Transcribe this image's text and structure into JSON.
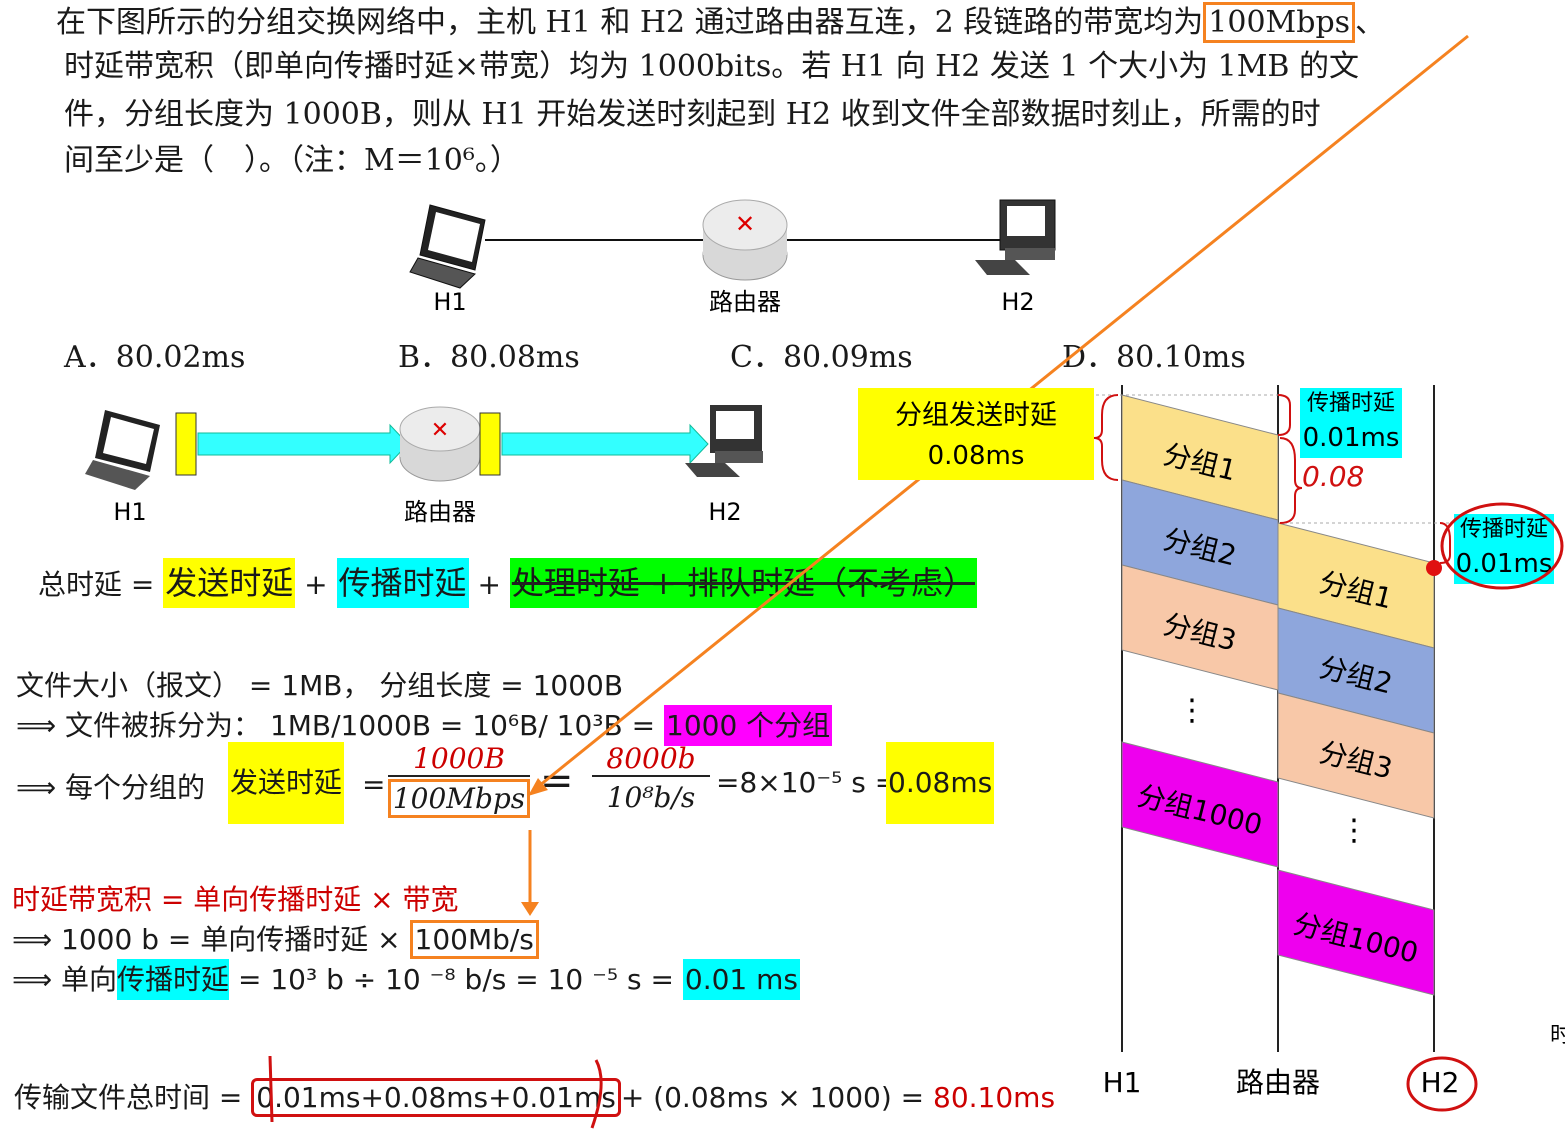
{
  "question": {
    "line1": "在下图所示的分组交换网络中，主机 H1 和 H2 通过路由器互连，2 段链路的带宽均为",
    "line1_box": "100Mbps",
    "line1_end": "、",
    "line2": "时延带宽积（即单向传播时延×带宽）均为 1000bits。若 H1 向 H2 发送 1 个大小为 1MB 的文",
    "line3": "件，分组长度为 1000B，则从 H1 开始发送时刻起到 H2 收到文件全部数据时刻止，所需的时",
    "line4": "间至少是（　）。（注：M＝10⁶。）"
  },
  "topology": {
    "h1": "H1",
    "router": "路由器",
    "h2": "H2"
  },
  "options": {
    "a": "A．80.02ms",
    "b": "B．80.08ms",
    "c": "C．80.09ms",
    "d": "D．80.10ms"
  },
  "diagram2": {
    "h1": "H1",
    "router": "路由器",
    "h2": "H2"
  },
  "formula_total": {
    "prefix": "总时延 = ",
    "send": "发送时延",
    "plus1": " + ",
    "prop": "传播时延",
    "plus2": " + ",
    "ignored": "处理时延 + 排队时延（不考虑）"
  },
  "calc": {
    "line1": "文件大小（报文） = 1MB，  分组长度 = 1000B",
    "line2_prefix": "⟹ 文件被拆分为：  1MB/1000B = 10⁶B/ 10³B = ",
    "line2_hl": "1000 个分组",
    "line3_prefix": "⟹ 每个分组的",
    "line3_hl": "发送时延",
    "line3_eq": " = ",
    "frac1_num": "1000B",
    "frac1_den": "100Mbps",
    "frac2_num": "8000b",
    "frac2_den": "10⁸b/s",
    "line3_result": "=8×10⁻⁵ s = ",
    "line3_hl2": "0.08ms",
    "line4": "时延带宽积 = 单向传播时延 × 带宽",
    "line5_prefix": "⟹ 1000 b = 单向传播时延 × ",
    "line5_box": "100Mb/s",
    "line6_prefix": "⟹ 单向",
    "line6_hl": "传播时延",
    "line6_mid": " = 10³ b  ÷ 10 ⁻⁸ b/s = 10 ⁻⁵ s = ",
    "line6_hl2": "0.01 ms",
    "total_prefix": "传输文件总时间 = ",
    "total_box": "0.01ms+0.08ms+0.01ms",
    "total_mid": "+ (0.08ms × 1000) = ",
    "total_result": "80.10ms"
  },
  "timeline": {
    "send_delay_label": "分组发送时延",
    "send_delay_value": "0.08ms",
    "prop1_label": "传播时延",
    "prop1_value": "0.01ms",
    "handwritten_008": "0.08",
    "prop2_label": "传播时延",
    "prop2_value": "0.01ms",
    "packets_h1": [
      "分组1",
      "分组2",
      "分组3",
      "分组1000"
    ],
    "packets_router": [
      "分组1",
      "分组2",
      "分组3",
      "分组1000"
    ],
    "ellipsis": "⋮",
    "col_h1": "H1",
    "col_router": "路由器",
    "col_h2": "H2",
    "edge_text": "时"
  },
  "colors": {
    "yellow": "#ffff00",
    "cyan": "#00ffff",
    "green": "#00ff00",
    "magenta": "#ff00ff",
    "orange": "#f58220",
    "pkt1": "#fbe08a",
    "pkt2": "#8ea6dc",
    "pkt3": "#f8c8a8",
    "pkt1000": "#ee00ee"
  }
}
